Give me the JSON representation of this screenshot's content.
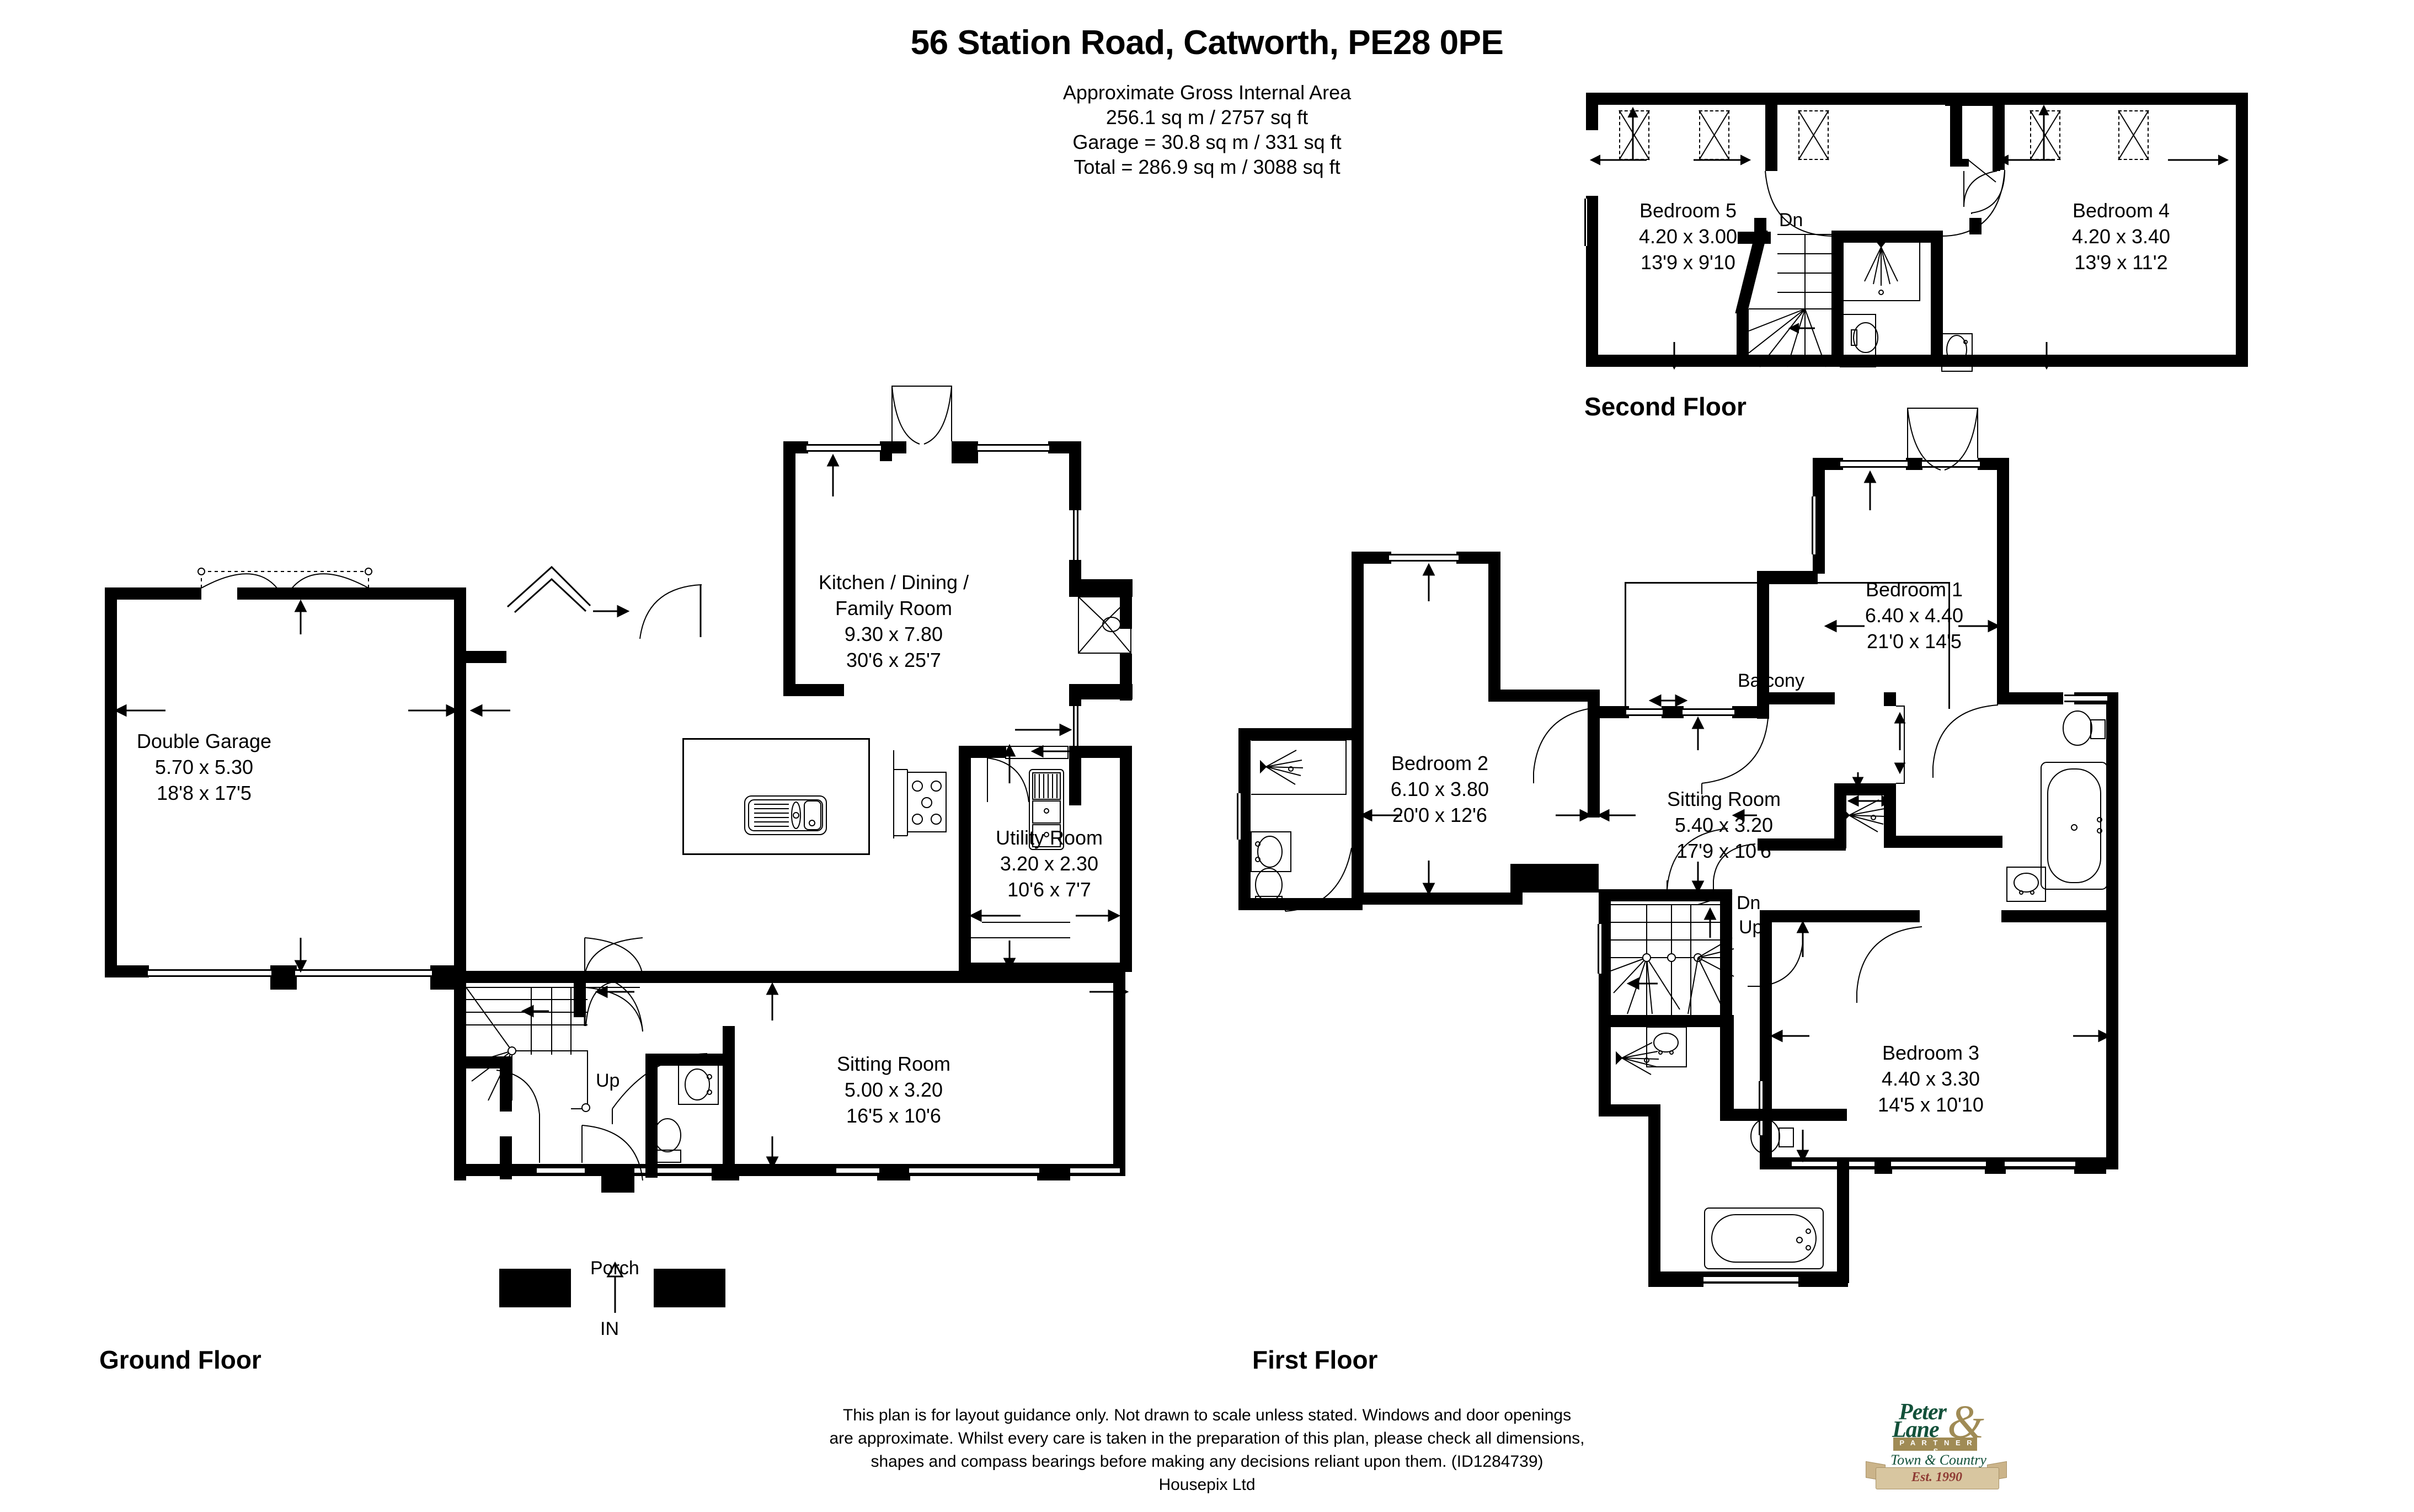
{
  "title": "56 Station Road, Catworth, PE28 0PE",
  "area_info": {
    "heading": "Approximate Gross Internal Area",
    "internal": "256.1 sq m / 2757 sq ft",
    "garage": "Garage = 30.8 sq m / 331 sq ft",
    "total": "Total = 286.9 sq m / 3088 sq ft"
  },
  "floors": {
    "ground": {
      "label": "Ground Floor",
      "rooms": [
        {
          "name": "Double Garage",
          "metric": "5.70 x 5.30",
          "imperial": "18'8 x 17'5"
        },
        {
          "name": "Kitchen / Dining /",
          "name2": "Family Room",
          "metric": "9.30 x 7.80",
          "imperial": "30'6 x 25'7"
        },
        {
          "name": "Utility Room",
          "metric": "3.20 x 2.30",
          "imperial": "10'6 x 7'7"
        },
        {
          "name": "Sitting Room",
          "metric": "5.00 x 3.20",
          "imperial": "16'5 x 10'6"
        }
      ],
      "annotations": {
        "up": "Up",
        "porch": "Porch",
        "entry": "IN"
      }
    },
    "first": {
      "label": "First Floor",
      "rooms": [
        {
          "name": "Bedroom 2",
          "metric": "6.10 x 3.80",
          "imperial": "20'0 x 12'6"
        },
        {
          "name": "Sitting Room",
          "metric": "5.40 x 3.20",
          "imperial": "17'9 x 10'6"
        },
        {
          "name": "Bedroom 1",
          "metric": "6.40 x 4.40",
          "imperial": "21'0 x 14'5"
        },
        {
          "name": "Bedroom 3",
          "metric": "4.40 x 3.30",
          "imperial": "14'5 x 10'10"
        }
      ],
      "annotations": {
        "balcony": "Balcony",
        "down": "Dn",
        "up": "Up"
      }
    },
    "second": {
      "label": "Second Floor",
      "rooms": [
        {
          "name": "Bedroom 5",
          "metric": "4.20 x 3.00",
          "imperial": "13'9 x 9'10"
        },
        {
          "name": "Bedroom 4",
          "metric": "4.20 x 3.40",
          "imperial": "13'9 x 11'2"
        }
      ],
      "annotations": {
        "down": "Dn"
      }
    }
  },
  "disclaimer": {
    "line1": "This plan is for layout guidance only. Not drawn to scale unless stated. Windows and door openings",
    "line2": "are approximate. Whilst every care is taken in the preparation of this plan, please check all dimensions,",
    "line3": "shapes and compass bearings before making any decisions reliant upon them. (ID1284739)",
    "line4": "Housepix Ltd"
  },
  "logo": {
    "name_line1": "Peter",
    "name_line2": "Lane",
    "ampersand": "&",
    "partners": "P A R T N E R S",
    "tagline": "Town & Country",
    "established": "Est. 1990"
  },
  "colors": {
    "wall": "#000000",
    "background": "#ffffff",
    "logo_green": "#13513a",
    "logo_gold": "#a08b55",
    "ribbon": "#d8c6a0",
    "ribbon_text": "#8e3a33"
  }
}
